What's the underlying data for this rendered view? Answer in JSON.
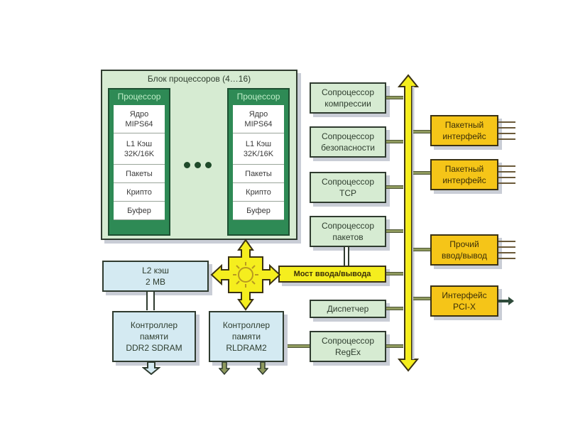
{
  "diagram": {
    "cpu_block": {
      "title": "Блок процессоров (4…16)",
      "processors": [
        {
          "header": "Процессор",
          "cells": [
            "Ядро\nMIPS64",
            "L1 Кэш\n32K/16K",
            "Пакеты",
            "Крипто",
            "Буфер"
          ]
        },
        {
          "header": "Процессор",
          "cells": [
            "Ядро\nMIPS64",
            "L1 Кэш\n32K/16K",
            "Пакеты",
            "Крипто",
            "Буфер"
          ]
        }
      ],
      "ellipsis_icon": "three-dots"
    },
    "coprocessors": [
      "Сопроцессор\nкомпрессии",
      "Сопроцессор\nбезопасности",
      "Сопроцессор\nTCP",
      "Сопроцессор\nпакетов"
    ],
    "io_bridge": "Мост ввода/вывода",
    "dispatcher": "Диспетчер",
    "regex_coprocessor": "Сопроцессор\nRegEx",
    "l2_cache": "L2 кэш\n2 MB",
    "mem_ctrl_ddr2": "Контроллер\nпамяти\nDDR2 SDRAM",
    "mem_ctrl_rldram": "Контроллер\nпамяти\nRLDRAM2",
    "interfaces": [
      "Пакетный\nинтерфейс",
      "Пакетный\nинтерфейс",
      "Прочий\nввод/вывод",
      "Интерфейс\nPCI-X"
    ],
    "crossbar_icon": "sun-crossbar",
    "bus_icon": "bidirectional-bus-arrow"
  },
  "colors": {
    "green_fill": "#d6ebd2",
    "processor_green": "#2e8a55",
    "blue_fill": "#d4eaf2",
    "yellow_fill": "#f5c518",
    "bus_yellow": "#f5ee1e",
    "outline": "#2f3b2f"
  }
}
